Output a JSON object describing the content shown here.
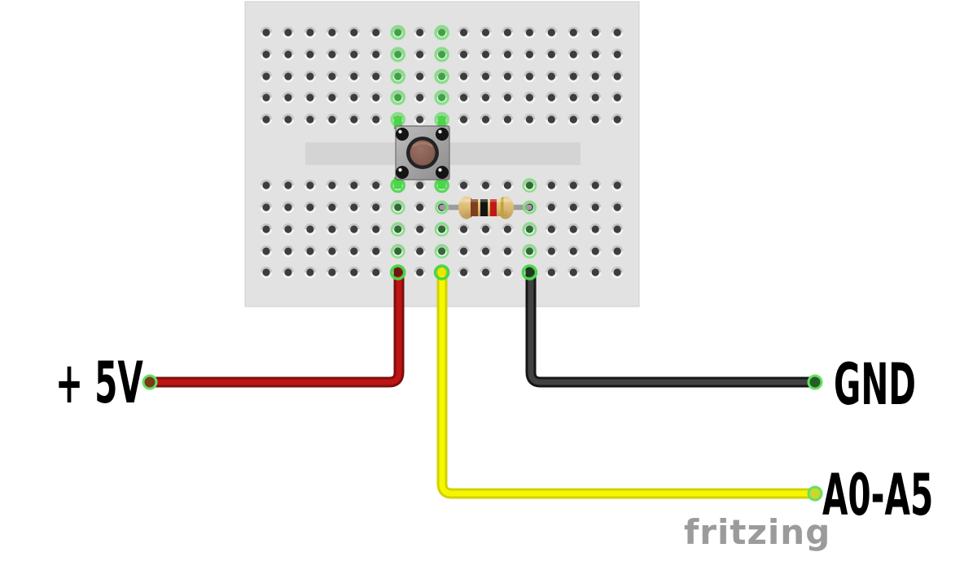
{
  "labels": {
    "power": "+ 5V",
    "ground": "GND",
    "analog": "A0-A5"
  },
  "watermark": "fritzing",
  "components": {
    "breadboard": {
      "rows": 10,
      "cols": 17
    },
    "pushbutton": {
      "kind": "momentary pushbutton"
    },
    "resistor": {
      "bands": [
        "brown",
        "black",
        "red",
        "gold"
      ]
    }
  },
  "wires": [
    {
      "name": "power-wire",
      "label": "+ 5V",
      "color": "#b81414"
    },
    {
      "name": "ground-wire",
      "label": "GND",
      "color": "#3f3f3f"
    },
    {
      "name": "signal-wire",
      "label": "A0-A5",
      "color": "#f2f200"
    }
  ],
  "colors": {
    "board": "#e2e2e2",
    "board_border": "#cfcfcf",
    "channel": "#d4d4d4",
    "hole_inner": "#3d3d3d",
    "green_bright": "#49d649",
    "green_mid": "#3fa344",
    "green_dark": "#2c6e31",
    "green_ring": "#7ddf7d",
    "power_outer": "#7d0e0e",
    "power_inner": "#bd1414",
    "power_tip": "#7a3a1a",
    "ground_outer": "#161616",
    "ground_inner": "#424242",
    "ground_tip": "#275c27",
    "signal_outer": "#d2d200",
    "signal_inner": "#f6f600",
    "signal_tip": "#c8d82e",
    "lead": "#9c9c9c",
    "resistor_body": "#d9b873",
    "resistor_band1": "#7d3f1d",
    "resistor_band2": "#141414",
    "resistor_band3": "#c01818",
    "resistor_band4": "#bfa238",
    "button_body": "#a6a6a6",
    "button_cap": "#7d554a",
    "label_text": "#000000",
    "watermark_text": "#9b9b9b"
  }
}
